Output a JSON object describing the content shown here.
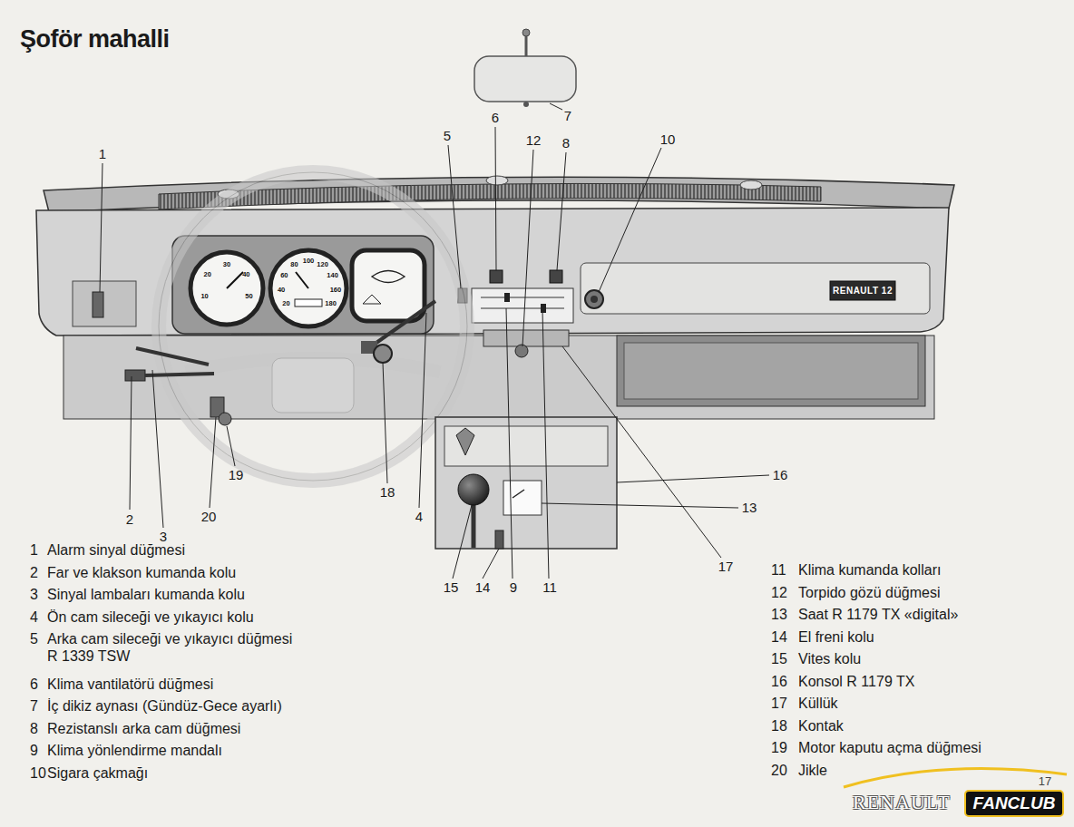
{
  "diagram": {
    "title": "Şoför mahalli",
    "labels": [
      "1",
      "2",
      "3",
      "4",
      "5",
      "6",
      "7",
      "8",
      "9",
      "10",
      "11",
      "12",
      "13",
      "14",
      "15",
      "16",
      "17",
      "18",
      "19",
      "20",
      "1",
      "Alarm sinyal düğmesi",
      "2",
      "Far ve klakson kumanda kolu",
      "3",
      "Sinyal lambaları kumanda kolu",
      "4",
      "Ön cam sileceği ve yıkayıcı kolu",
      "5",
      "Arka cam sileceği ve yıkayıcı düğmesi R 1339 TSW",
      "6",
      "Klima vantilatörü düğmesi",
      "7",
      "İç dikiz aynası (Gündüz-Gece ayarlı)",
      "8",
      "Rezistanslı arka cam düğmesi",
      "9",
      "Klima yönlendirme mandalı",
      "10",
      "Sigara çakmağı",
      "11",
      "Klima kumanda kolları",
      "12",
      "Torpido gözü düğmesi",
      "13",
      "Saat R 1179 TX «digital»",
      "14",
      "El freni kolu",
      "15",
      "Vites kolu",
      "16",
      "Konsol R 1179 TX",
      "17",
      "Küllük",
      "18",
      "Kontak",
      "19",
      "Motor kaputu açma düğmesi",
      "20",
      "Jikle",
      "RENAULT 12",
      "10",
      "20",
      "30",
      "40",
      "50",
      "20",
      "40",
      "60",
      "80",
      "100",
      "120",
      "140",
      "160",
      "180",
      "17",
      "RENAULT",
      "FANCLUB"
    ]
  }
}
